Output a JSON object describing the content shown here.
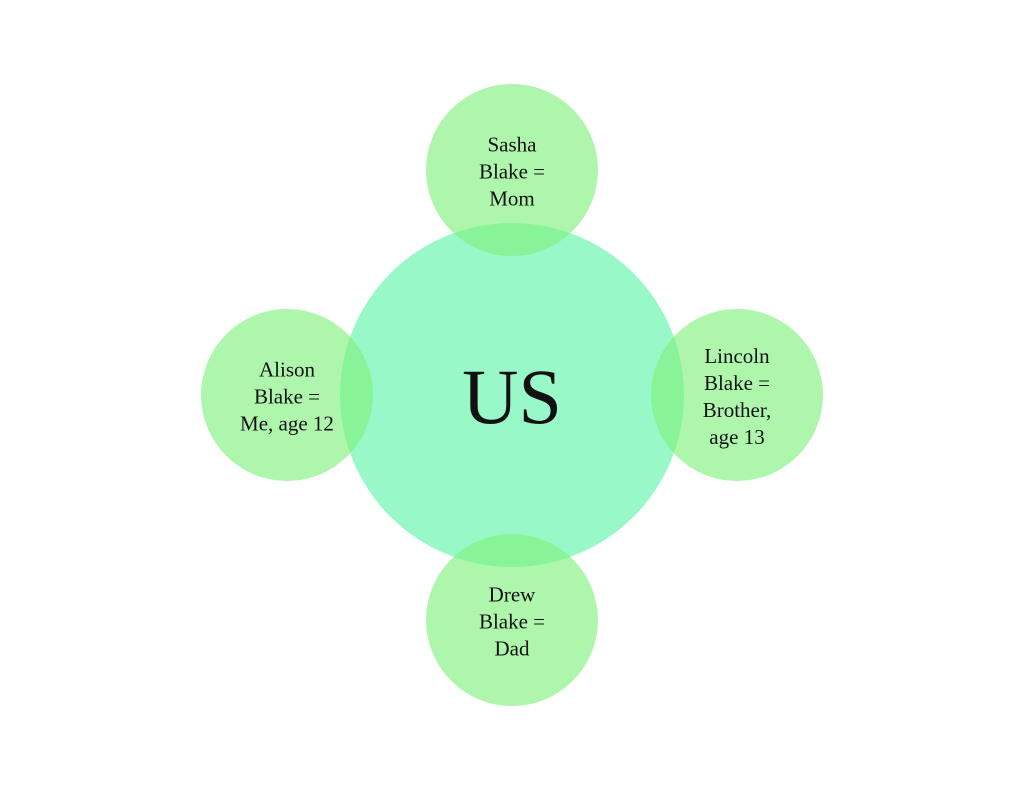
{
  "center": {
    "label": "US",
    "color": "#99f8c8"
  },
  "node_color": "#7ef07a",
  "nodes": [
    {
      "id": "top",
      "lines": [
        "Sasha",
        "Blake =",
        "Mom"
      ]
    },
    {
      "id": "right",
      "lines": [
        "Lincoln",
        "Blake =",
        "Brother,",
        "age 13"
      ]
    },
    {
      "id": "bottom",
      "lines": [
        "Drew",
        "Blake =",
        "Dad"
      ]
    },
    {
      "id": "left",
      "lines": [
        "Alison",
        "Blake =",
        "Me, age 12"
      ]
    }
  ]
}
